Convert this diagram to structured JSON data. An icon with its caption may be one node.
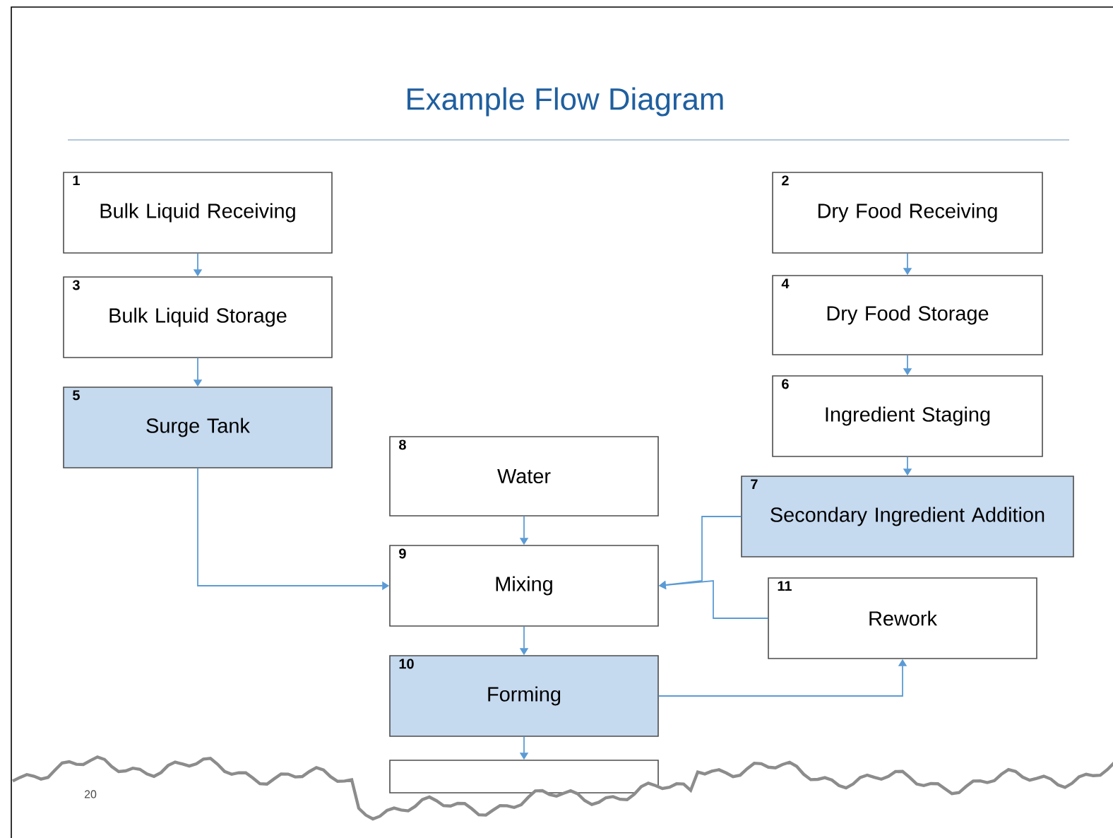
{
  "diagram": {
    "title": "Example Flow Diagram",
    "nodes": [
      {
        "text": [
          "1",
          "Bulk Liquid Receiving"
        ]
      },
      {
        "text": [
          "2",
          "Dry Food Receiving"
        ]
      },
      {
        "text": [
          "3",
          "Bulk Liquid Storage"
        ]
      },
      {
        "text": [
          "4",
          "Dry Food Storage"
        ]
      },
      {
        "text": [
          "5",
          "Surge Tank"
        ]
      },
      {
        "text": [
          "6",
          "Ingredient Staging"
        ]
      },
      {
        "text": [
          "8",
          "Water"
        ]
      },
      {
        "text": [
          "7",
          "Secondary Ingredient Addition"
        ]
      },
      {
        "text": [
          "9",
          "Mixing"
        ]
      },
      {
        "text": [
          "11",
          "Rework"
        ]
      },
      {
        "text": [
          "10",
          "Forming"
        ]
      },
      {
        "text": [],
        "shape": "box"
      }
    ],
    "edges": [
      {
        "from": 0,
        "to": 2,
        "arrow": "to"
      },
      {
        "from": 2,
        "to": 4,
        "arrow": "to"
      },
      {
        "from": 4,
        "to": 8,
        "arrow": "to"
      },
      {
        "from": 6,
        "to": 8,
        "arrow": "to"
      },
      {
        "from": 8,
        "to": 10,
        "arrow": "to"
      },
      {
        "from": 10,
        "to": 11,
        "arrow": "to"
      },
      {
        "from": 1,
        "to": 3,
        "arrow": "to"
      },
      {
        "from": 3,
        "to": 5,
        "arrow": "to"
      },
      {
        "from": 5,
        "to": 7,
        "arrow": "to"
      },
      {
        "from": 7,
        "to": 8,
        "arrow": "to"
      },
      {
        "from": 9,
        "to": 8,
        "arrow": "to"
      },
      {
        "from": 10,
        "to": 9,
        "arrow": "to"
      }
    ],
    "labels": [
      "20"
    ]
  }
}
